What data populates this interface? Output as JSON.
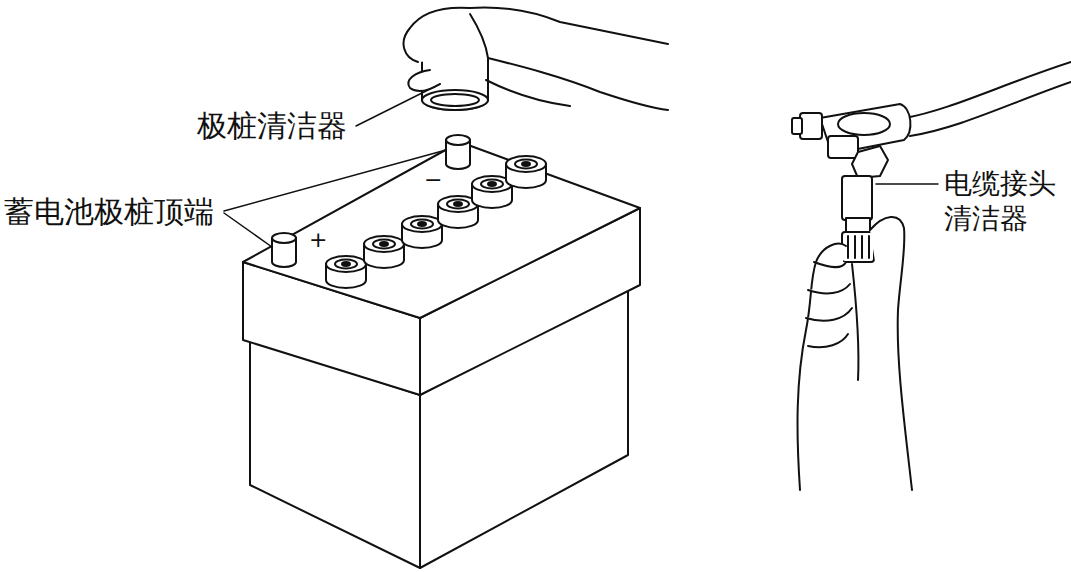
{
  "diagram": {
    "labels": [
      "极桩清洁器",
      "蓄电池极桩顶端",
      "−",
      "+",
      "电缆接头 清洁器"
    ]
  }
}
